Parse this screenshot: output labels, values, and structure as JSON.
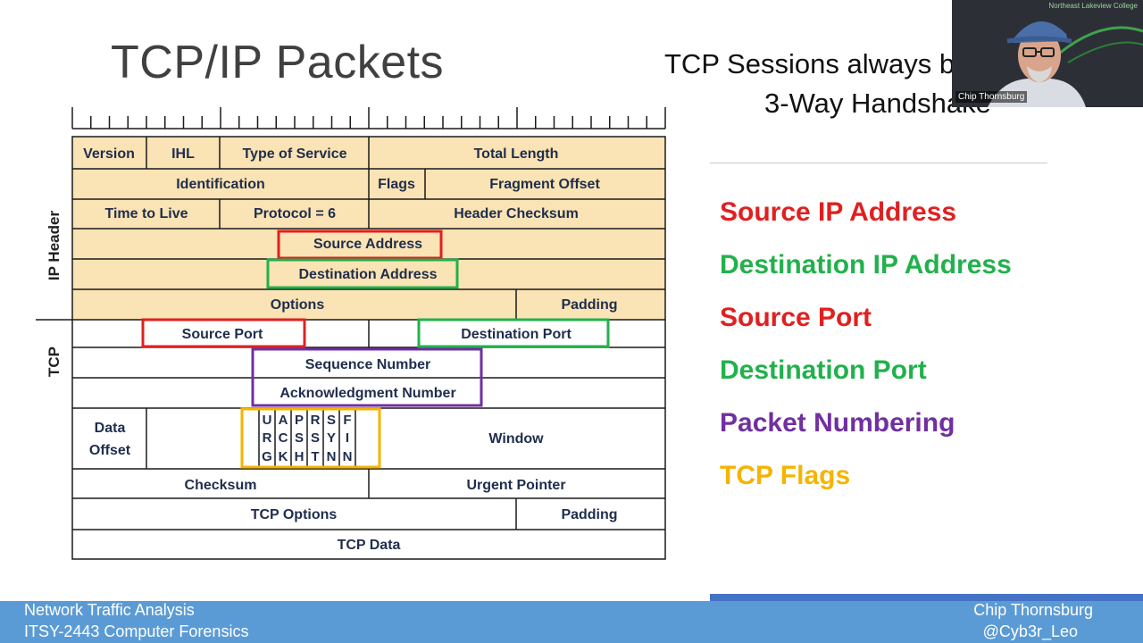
{
  "slide": {
    "title": "TCP/IP Packets",
    "subtitle_line1": "TCP Sessions always b",
    "subtitle_line2": "3-Way Handshake"
  },
  "diagram": {
    "side_labels": {
      "ip": "IP Header",
      "tcp": "TCP"
    },
    "ip_rows": {
      "version": "Version",
      "ihl": "IHL",
      "tos": "Type of Service",
      "total_length": "Total Length",
      "identification": "Identification",
      "flags": "Flags",
      "fragment_offset": "Fragment Offset",
      "ttl": "Time to Live",
      "protocol": "Protocol = 6",
      "header_checksum": "Header Checksum",
      "source_address": "Source Address",
      "destination_address": "Destination Address",
      "options": "Options",
      "padding": "Padding"
    },
    "tcp_rows": {
      "source_port": "Source Port",
      "destination_port": "Destination Port",
      "sequence_number": "Sequence Number",
      "ack_number": "Acknowledgment Number",
      "data_offset_1": "Data",
      "data_offset_2": "Offset",
      "window": "Window",
      "checksum": "Checksum",
      "urgent_pointer": "Urgent Pointer",
      "tcp_options": "TCP Options",
      "padding": "Padding",
      "tcp_data": "TCP Data"
    },
    "flag_letters": [
      [
        "U",
        "R",
        "G"
      ],
      [
        "A",
        "C",
        "K"
      ],
      [
        "P",
        "S",
        "H"
      ],
      [
        "R",
        "S",
        "T"
      ],
      [
        "S",
        "Y",
        "N"
      ],
      [
        "F",
        "I",
        "N"
      ]
    ]
  },
  "legend": [
    {
      "label": "Source IP Address",
      "color": "#e02020"
    },
    {
      "label": "Destination IP Address",
      "color": "#22b14c"
    },
    {
      "label": "Source Port",
      "color": "#e02020"
    },
    {
      "label": "Destination Port",
      "color": "#22b14c"
    },
    {
      "label": "Packet Numbering",
      "color": "#7030a0"
    },
    {
      "label": "TCP Flags",
      "color": "#f5b400"
    }
  ],
  "footer": {
    "left_line1": "Network Traffic Analysis",
    "left_line2": "ITSY-2443 Computer Forensics",
    "right_line1": "Chip Thornsburg",
    "right_line2": "@Cyb3r_Leo"
  },
  "webcam": {
    "name": "Chip Thornsburg",
    "org": "Northeast Lakeview College"
  },
  "colors": {
    "ip_fill": "#fae3b4",
    "grid": "#1a1a1a",
    "red": "#e02020",
    "green": "#22b14c",
    "purple": "#7030a0",
    "gold": "#f5b400"
  }
}
